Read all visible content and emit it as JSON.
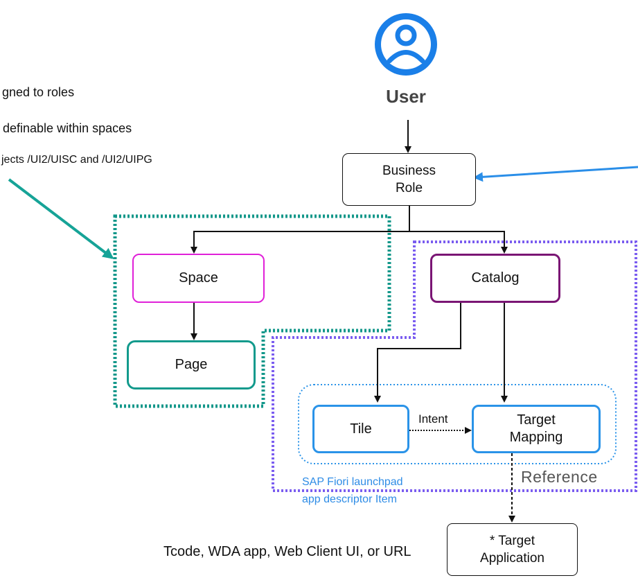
{
  "notes": {
    "line1": "gned to roles",
    "line2": "definable within spaces",
    "line3": "jects /UI2/UISC and /UI2/UIPG",
    "bottom": "Tcode, WDA app, Web Client UI, or URL"
  },
  "user": {
    "label": "User",
    "icon": "user-circle-icon",
    "icon_color": "#1A7FE8"
  },
  "nodes": {
    "business_role": {
      "line1": "Business",
      "line2": "Role"
    },
    "space": "Space",
    "page": "Page",
    "catalog": "Catalog",
    "tile": "Tile",
    "target_mapping": {
      "line1": "Target",
      "line2": "Mapping"
    },
    "target_application": {
      "line1": "* Target",
      "line2": "Application"
    }
  },
  "edge_labels": {
    "intent": "Intent"
  },
  "groups": {
    "reference": "Reference",
    "app_descriptor": {
      "line1": "SAP Fiori launchpad",
      "line2": "app descriptor Item"
    }
  },
  "colors": {
    "space_border": "#E020D8",
    "catalog_border": "#7A1574",
    "page_border": "#129A8C",
    "teal_dotted": "#12978A",
    "purple_dotted": "#7A5CF0",
    "blue": "#2A93E8",
    "blue_text": "#2E8CE6",
    "pointer_arrow_teal": "#16A397",
    "pointer_arrow_blue": "#2A8EE8"
  }
}
